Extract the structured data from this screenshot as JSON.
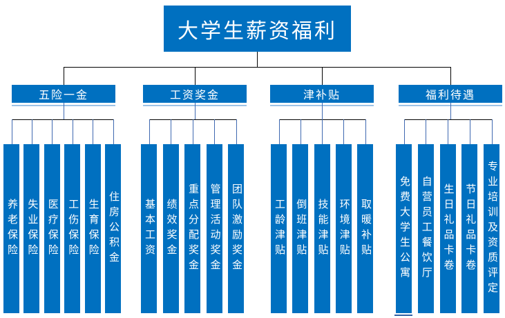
{
  "title": "大学生薪资福利",
  "colors": {
    "primary": "#0070C0",
    "connector_black": "#000000",
    "connector_blue": "#3E68B0",
    "accent_light": "#9DC3E6",
    "accent_dark": "#2E5FA3",
    "text_on_primary": "#FFFFFF",
    "canvas_bg": "#FFFFFF"
  },
  "chart_data": {
    "type": "table",
    "title": "大学生薪资福利",
    "groups": [
      {
        "label": "五险一金",
        "items": [
          "养老保险",
          "失业保险",
          "医疗保险",
          "工伤保险",
          "生育保险",
          "住房公积金"
        ]
      },
      {
        "label": "工资奖金",
        "items": [
          "基本工资",
          "绩效奖金",
          "重点分配奖金",
          "管理活动奖金",
          "团队激励奖金"
        ]
      },
      {
        "label": "津补贴",
        "items": [
          "工龄津贴",
          "倒班津贴",
          "技能津贴",
          "环境津贴",
          "取暖补贴"
        ]
      },
      {
        "label": "福利待遇",
        "items": [
          "免费大学生公寓",
          "自营员工餐饮厅",
          "生日礼品卡卷",
          "节日礼品卡卷",
          "专业培训及资质评定"
        ]
      }
    ]
  },
  "groups": [
    {
      "label": "五险一金",
      "items": [
        "养老保险",
        "失业保险",
        "医疗保险",
        "工伤保险",
        "生育保险",
        "住房公积金"
      ]
    },
    {
      "label": "工资奖金",
      "items": [
        "基本工资",
        "绩效奖金",
        "重点分配奖金",
        "管理活动奖金",
        "团队激励奖金"
      ]
    },
    {
      "label": "津补贴",
      "items": [
        "工龄津贴",
        "倒班津贴",
        "技能津贴",
        "环境津贴",
        "取暖补贴"
      ]
    },
    {
      "label": "福利待遇",
      "items": [
        "免费大学生公寓",
        "自营员工餐饮厅",
        "生日礼品卡卷",
        "节日礼品卡卷",
        "专业培训及资质评定"
      ]
    }
  ]
}
